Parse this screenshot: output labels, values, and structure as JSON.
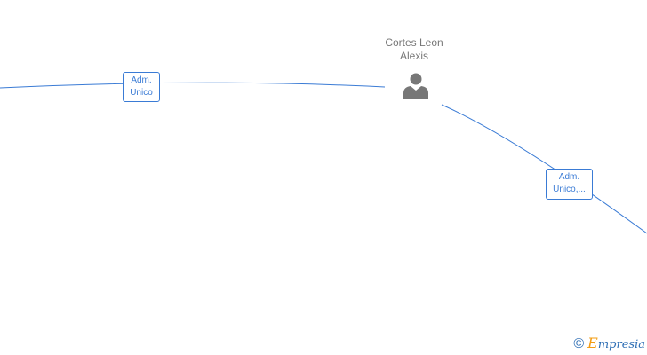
{
  "person": {
    "name_line1": "Cortes Leon",
    "name_line2": "Alexis",
    "icon": "person-icon"
  },
  "relations": [
    {
      "line1": "Adm.",
      "line2": "Unico"
    },
    {
      "line1": "Adm.",
      "line2": "Unico,..."
    }
  ],
  "footer": {
    "copyright": "©",
    "brand_initial": "E",
    "brand_rest": "mpresia"
  },
  "colors": {
    "edge": "#3a7bd5",
    "name_text": "#777777",
    "icon": "#777777",
    "brand": "#2f6fb5",
    "brand_accent": "#f39c12"
  }
}
